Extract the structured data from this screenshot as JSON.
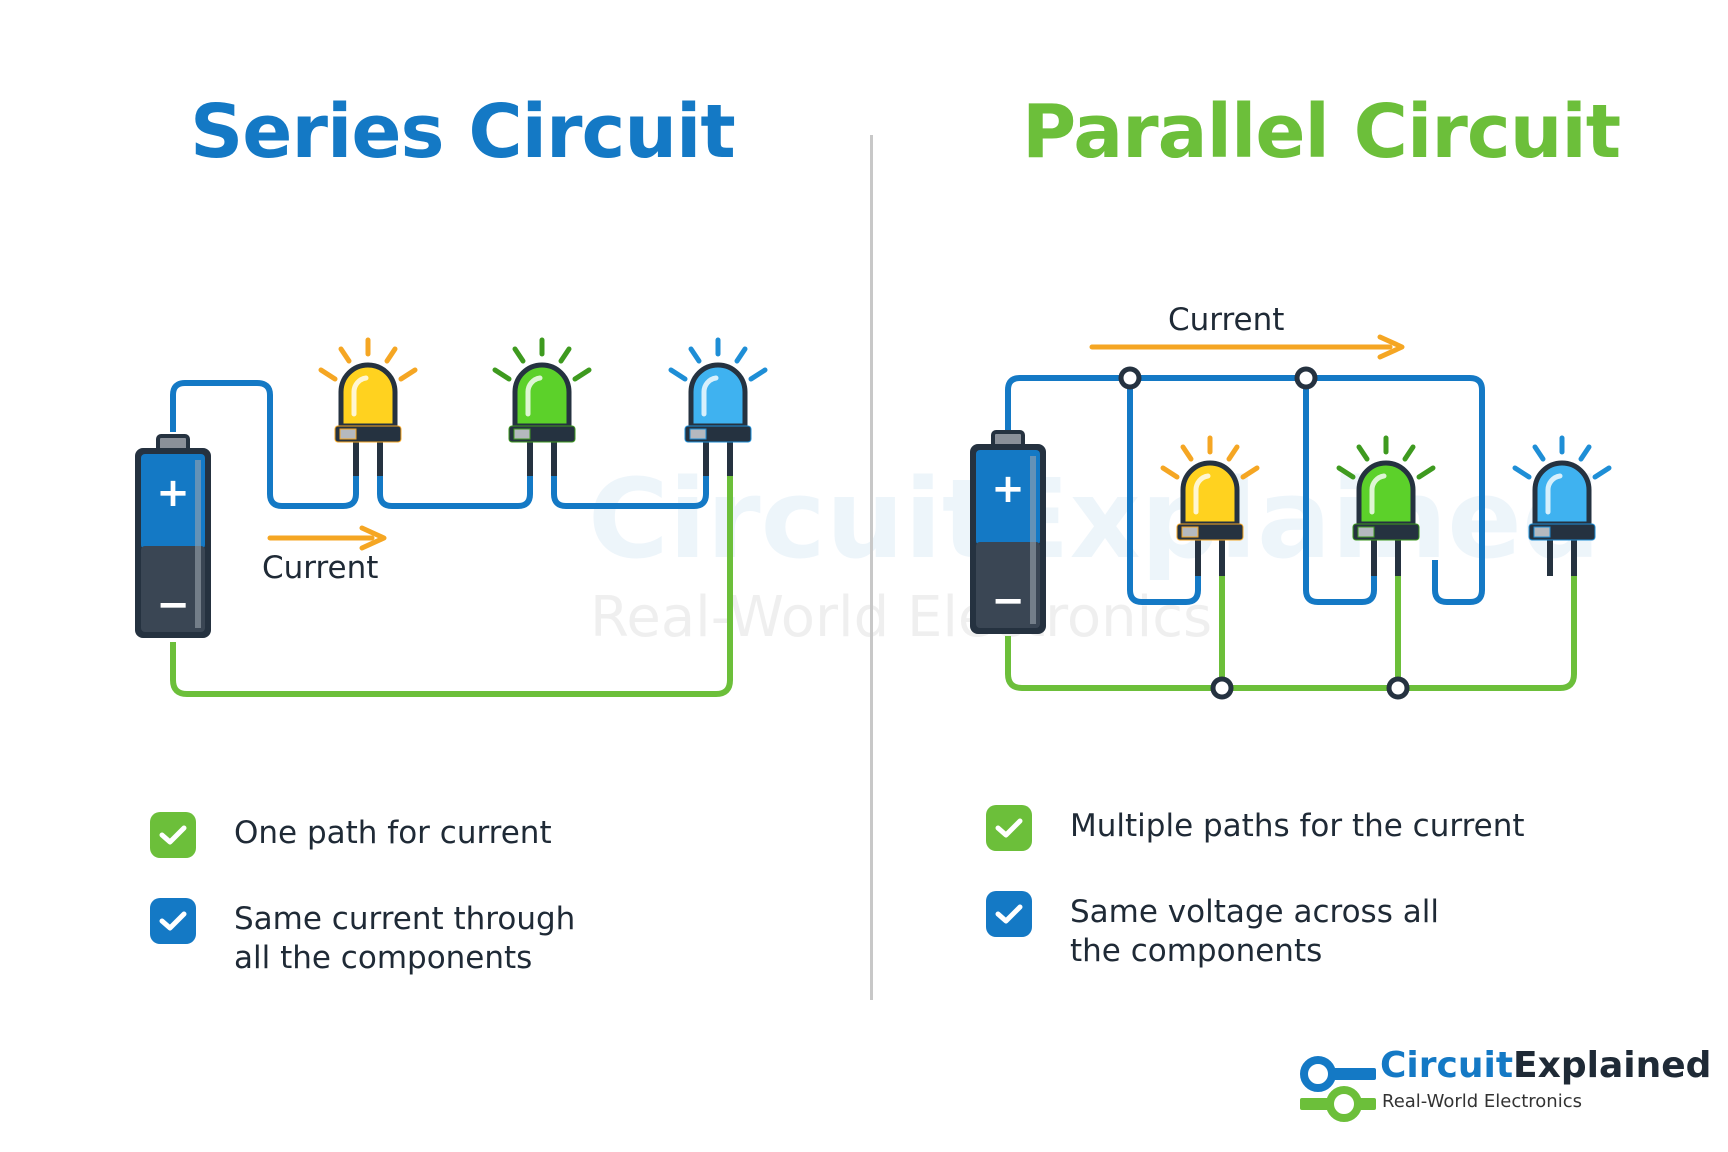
{
  "series": {
    "title": "Series Circuit",
    "current_label": "Current",
    "features": [
      {
        "lines": [
          "One path for current"
        ],
        "check_color": "#6cbf3a"
      },
      {
        "lines": [
          "Same current through",
          "all the components"
        ],
        "check_color": "#1479c5"
      }
    ]
  },
  "parallel": {
    "title": "Parallel Circuit",
    "current_label": "Current",
    "features": [
      {
        "lines": [
          "Multiple paths for the current"
        ],
        "check_color": "#6cbf3a"
      },
      {
        "lines": [
          "Same voltage across all",
          "the components"
        ],
        "check_color": "#1479c5"
      }
    ]
  },
  "leds": {
    "colors": [
      "yellow",
      "green",
      "blue"
    ]
  },
  "battery": {
    "plus": "+",
    "minus": "−"
  },
  "brand": {
    "name_part1": "Circuit",
    "name_part2": "Explained",
    "tagline": "Real-World Electronics",
    "watermark_text": "CircuitExplained",
    "watermark_sub": "Real-World Electronics"
  },
  "colors": {
    "blue": "#1479c5",
    "green": "#6cbf3a",
    "orange": "#f5a623",
    "dark": "#253240",
    "yellow_led": "#ffd21f",
    "green_led": "#5cd12a",
    "blue_led": "#3fb2f0"
  }
}
